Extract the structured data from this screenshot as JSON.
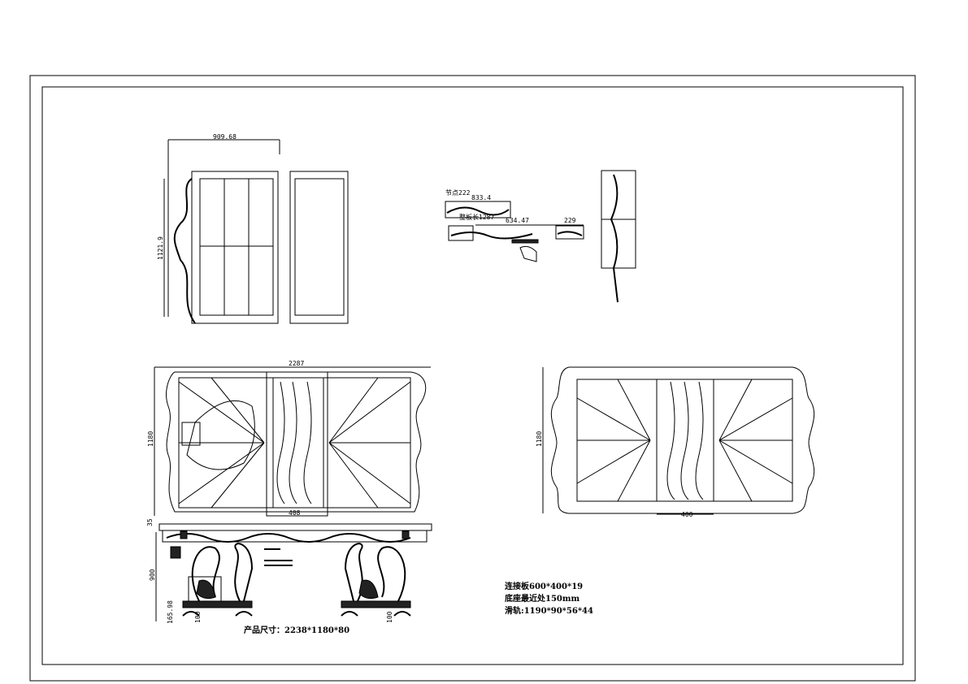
{
  "dimensions": {
    "side_width": "909.68",
    "side_height": "1121.9",
    "top_width": "2287",
    "top_height": "1180",
    "top_center_width": "408",
    "top_thickness": "35",
    "leg_height": "900",
    "base_height": "165.98",
    "foot_left": "100",
    "foot_right": "100",
    "right_height": "1180",
    "right_center_width": "400"
  },
  "detail": {
    "node": "节点222",
    "len1": "833.4",
    "total_len": "整板长1287",
    "len2": "634.47",
    "len3": "229"
  },
  "notes": [
    "连接板600*400*19",
    "底座最近处150mm",
    "滑轨:1190*90*56*44"
  ],
  "product_size": "产品尺寸：2238*1180*80"
}
